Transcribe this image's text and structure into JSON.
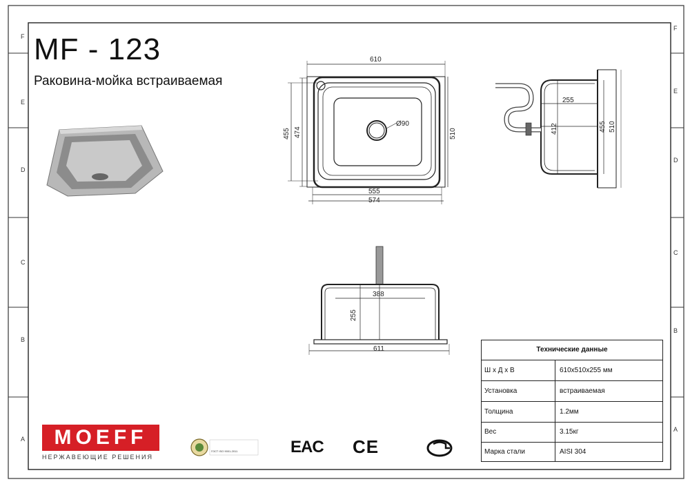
{
  "sheet": {
    "model": "MF - 123",
    "subtitle": "Раковина-мойка встраиваемая",
    "zones_left": [
      "F",
      "E",
      "D",
      "C",
      "B",
      "A"
    ],
    "zones_right": [
      "F",
      "E",
      "D",
      "C",
      "B",
      "A"
    ]
  },
  "top_view": {
    "width": "610",
    "depth_outer": "510",
    "depth_inner_455": "455",
    "depth_inner_474": "474",
    "bowl_width": "555",
    "bowl_outer_width": "574",
    "drain": "Ø90"
  },
  "side_view": {
    "bowl_depth": "255",
    "drain_height": "412",
    "depth_455": "455",
    "depth_510": "510"
  },
  "front_view": {
    "bowl_width": "388",
    "bowl_depth": "255",
    "total_width": "611"
  },
  "branding": {
    "logo": "MOEFF",
    "tagline": "НЕРЖАВЕЮЩИЕ РЕШЕНИЯ",
    "cert_text": "ГОСТ ISO 9001-2011",
    "eac": "EAC",
    "ce": "CE",
    "pct": "PCT"
  },
  "specs": {
    "title": "Технические данные",
    "rows": [
      {
        "key": "Ш х Д х В",
        "value": "610x510x255 мм"
      },
      {
        "key": "Установка",
        "value": "встраиваемая"
      },
      {
        "key": "Толщина",
        "value": "1.2мм"
      },
      {
        "key": "Вес",
        "value": "3.15кг"
      },
      {
        "key": "Марка стали",
        "value": "AISI 304"
      }
    ]
  }
}
